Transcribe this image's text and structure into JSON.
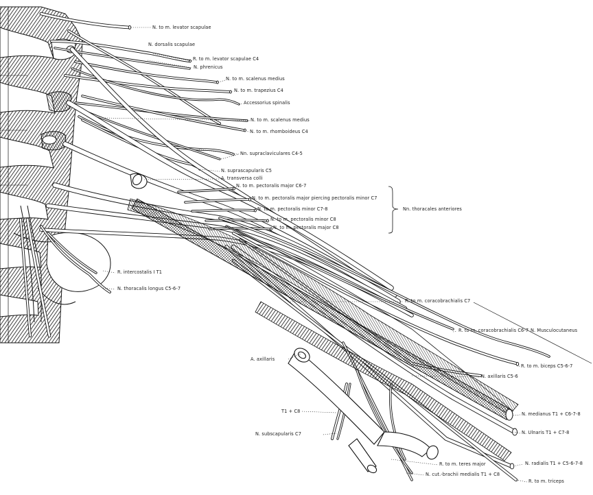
{
  "labels": [
    "N. to m. levator scapulae",
    "N. dorsalis scapulae",
    "R. to m. levator scapulae C4",
    "N. phrenicus",
    "N. to m. scalenus medius",
    "N. to m. trapezius C4",
    "Accessorius spinalis",
    "N. to m. scalenus medius",
    "N. to m. rhomboideus C4",
    "Nn. supraclaviculares C4-5",
    "N. suprascapularis C5",
    "A. transversa colli",
    "N. to m. pectoralis major C6-7",
    "N. to m. pectoralis major piercing pectoralis minor C7",
    "N. to m. pectoralis minor C7-8",
    "N. to m. pectoralis minor C8",
    "N. to m. pectoralis major C8",
    "Nn. thoracales anteriores",
    "R. intercostalis I T1",
    "N. thoracalis longus C5-6-7",
    "R. to m. coracobrachialis C7",
    "R. to m. coracobrachialis C6-7",
    "N. Musculocutaneus",
    "A. axillaris",
    "R. to m. biceps C5-6-7",
    "N. axillaris C5-6",
    "T1 + C8",
    "N. medianus T1 + C6-7-8",
    "N. subscapularis C7",
    "N. Ulnaris T1 + C7-8",
    "N. radialis T1 + C5-6-7-8",
    "R. to m. teres major",
    "N. cut.-brachii medialis T1 + C8",
    "R. to m. triceps"
  ]
}
